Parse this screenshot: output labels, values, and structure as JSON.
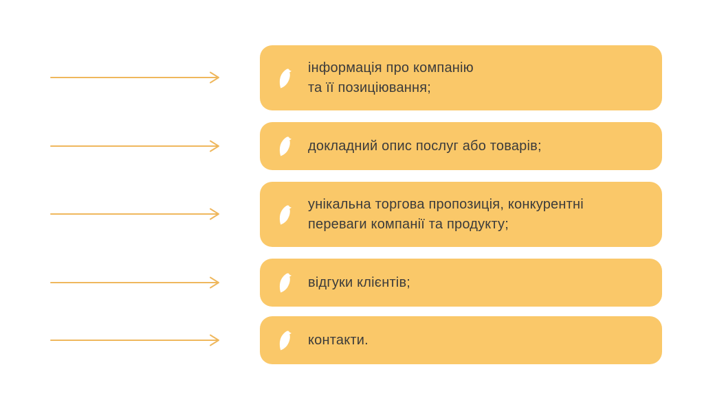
{
  "slide": {
    "type": "infographic-list",
    "language": "uk"
  },
  "colors": {
    "background": "#FFFFFF",
    "card_background": "#FAC869",
    "arrow": "#EFB75C",
    "text": "#3B3B3B",
    "icon": "#FFFFFF"
  },
  "items": [
    {
      "icon": "bird-icon",
      "text": "інформація про компанію\nта її позиціювання;"
    },
    {
      "icon": "bird-icon",
      "text": "докладний опис послуг або товарів;"
    },
    {
      "icon": "bird-icon",
      "text": "унікальна торгова пропозиція, конкурентні\nпереваги компанії та продукту;"
    },
    {
      "icon": "bird-icon",
      "text": "відгуки клієнтів;"
    },
    {
      "icon": "bird-icon",
      "text": "контакти."
    }
  ]
}
